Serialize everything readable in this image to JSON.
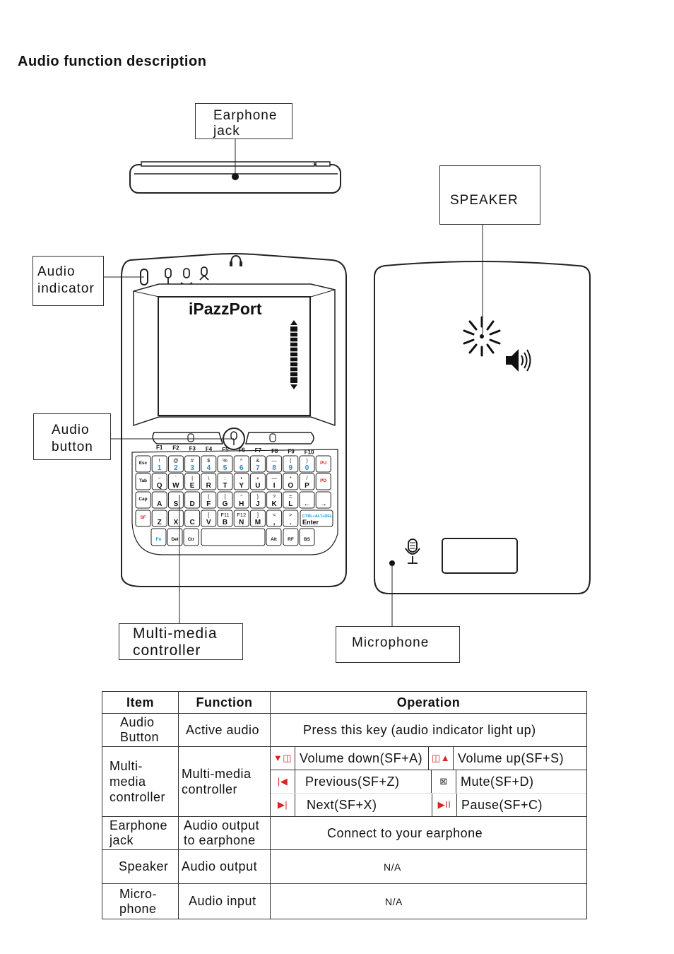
{
  "heading": "Audio function description",
  "device": {
    "brand": "iPazzPort",
    "f_keys": [
      "F1",
      "F2",
      "F3",
      "F4",
      "F5",
      "F6",
      "F7",
      "F8",
      "F9",
      "F10"
    ],
    "row1": [
      {
        "top": "",
        "main": "Esc"
      },
      {
        "top": "!",
        "main": "1"
      },
      {
        "top": "@",
        "main": "2"
      },
      {
        "top": "#",
        "main": "3"
      },
      {
        "top": "$",
        "main": "4"
      },
      {
        "top": "%",
        "main": "5"
      },
      {
        "top": "^",
        "main": "6"
      },
      {
        "top": "&",
        "main": "7"
      },
      {
        "top": "—",
        "main": "8"
      },
      {
        "top": "(",
        "main": "9"
      },
      {
        "top": ")",
        "main": "0"
      },
      {
        "top": "",
        "main": "PU"
      }
    ],
    "row2": [
      {
        "top": "",
        "main": "Tab"
      },
      {
        "top": "~",
        "main": "Q"
      },
      {
        "top": "`",
        "main": "W"
      },
      {
        "top": "|",
        "main": "E"
      },
      {
        "top": "\\",
        "main": "R"
      },
      {
        "top": ":",
        "main": "T"
      },
      {
        "top": "•",
        "main": "Y"
      },
      {
        "top": "+",
        "main": "U"
      },
      {
        "top": "—",
        "main": "I"
      },
      {
        "top": "*",
        "main": "O"
      },
      {
        "top": "/",
        "main": "P"
      },
      {
        "top": "",
        "main": "PD"
      }
    ],
    "row3": [
      {
        "top": "",
        "main": "Cap"
      },
      {
        "top": "",
        "main": "A"
      },
      {
        "top": "",
        "main": "S"
      },
      {
        "top": "",
        "main": "D"
      },
      {
        "top": "{",
        "main": "F"
      },
      {
        "top": "[",
        "main": "G"
      },
      {
        "top": "\"",
        "main": "H"
      },
      {
        "top": "}",
        "main": "J"
      },
      {
        "top": "?",
        "main": "K"
      },
      {
        "top": "=",
        "main": "L"
      },
      {
        "top": "",
        "main": "←"
      },
      {
        "top": "",
        "main": "→"
      }
    ],
    "row4": [
      {
        "top": "",
        "main": "SF"
      },
      {
        "top": "",
        "main": "Z"
      },
      {
        "top": "",
        "main": "X"
      },
      {
        "top": "",
        "main": "C"
      },
      {
        "top": "[",
        "main": "V"
      },
      {
        "top": "F11",
        "main": "B"
      },
      {
        "top": "F12",
        "main": "N"
      },
      {
        "top": "]",
        "main": "M"
      },
      {
        "top": "<",
        "main": ","
      },
      {
        "top": ">",
        "main": "."
      }
    ],
    "ctrl_alt_del": "CTRL+ALT+DEL",
    "enter": "Enter",
    "row5": [
      "Fn",
      "Del",
      "Ctr",
      "Alt",
      "RF",
      "BS"
    ]
  },
  "callouts": {
    "earphone_jack": [
      "Earphone",
      "jack"
    ],
    "speaker": "SPEAKER",
    "audio_indicator": [
      "Audio",
      "indicator"
    ],
    "audio_button": [
      "Audio",
      "button"
    ],
    "multimedia": [
      "Multi-media",
      "controller"
    ],
    "microphone": "Microphone"
  },
  "table": {
    "headers": [
      "Item",
      "Function",
      "Operation"
    ],
    "audio_button": {
      "item": [
        "Audio",
        "Button"
      ],
      "function": "Active audio",
      "operation": "Press this key (audio indicator light up)"
    },
    "multimedia": {
      "item": [
        "Multi-",
        "media",
        "controller"
      ],
      "function": [
        "Multi-media",
        "controller"
      ],
      "ops": [
        {
          "left": "Volume down(SF+A)",
          "right": "Volume up(SF+S)"
        },
        {
          "left": "Previous(SF+Z)",
          "right": "Mute(SF+D)"
        },
        {
          "left": "Next(SF+X)",
          "right": "Pause(SF+C)"
        }
      ]
    },
    "earphone": {
      "item": [
        "Earphone",
        "jack"
      ],
      "function": [
        "Audio output",
        "to earphone"
      ],
      "operation": "Connect to your earphone"
    },
    "speaker": {
      "item": "Speaker",
      "function": "Audio output",
      "operation": "N/A"
    },
    "microphone": {
      "item": [
        "Micro-",
        "phone"
      ],
      "function": "Audio input",
      "operation": "N/A"
    }
  }
}
